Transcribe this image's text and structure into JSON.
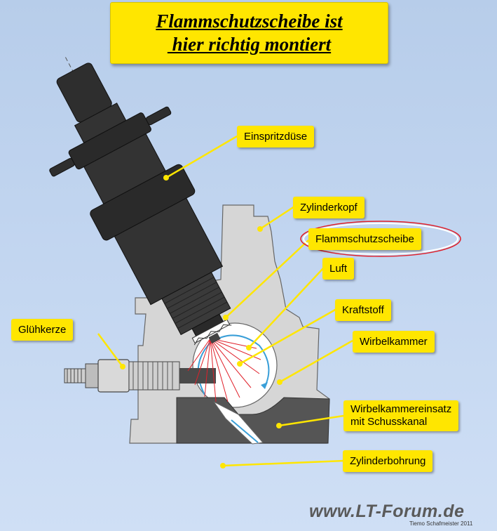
{
  "title": {
    "line1": "Flammschutzscheibe ist",
    "line2": " hier richtig montiert"
  },
  "labels": {
    "einspritzduese": "Einspritzdüse",
    "zylinderkopf": "Zylinderkopf",
    "flammschutzscheibe": "Flammschutzscheibe",
    "luft": "Luft",
    "kraftstoff": "Kraftstoff",
    "wirbelkammer": "Wirbelkammer",
    "wirbelkammereinsatz_line1": "Wirbelkammereinsatz",
    "wirbelkammereinsatz_line2": "mit Schusskanal",
    "zylinderbohrung": "Zylinderbohrung",
    "gluehkerze": "Glühkerze"
  },
  "footer": {
    "url": "www.LT-Forum.de",
    "credit": "Tiemo Schafmeister 2011"
  },
  "colors": {
    "background": "#c4d7f1",
    "label_fill": "#ffe600",
    "leader_line": "#ffe600",
    "cylinder_head": "#d6d6d6",
    "injector": "#2e2e2e",
    "insert": "#555555",
    "spray": "#e0202a",
    "highlight_ring": "#e0202a"
  }
}
